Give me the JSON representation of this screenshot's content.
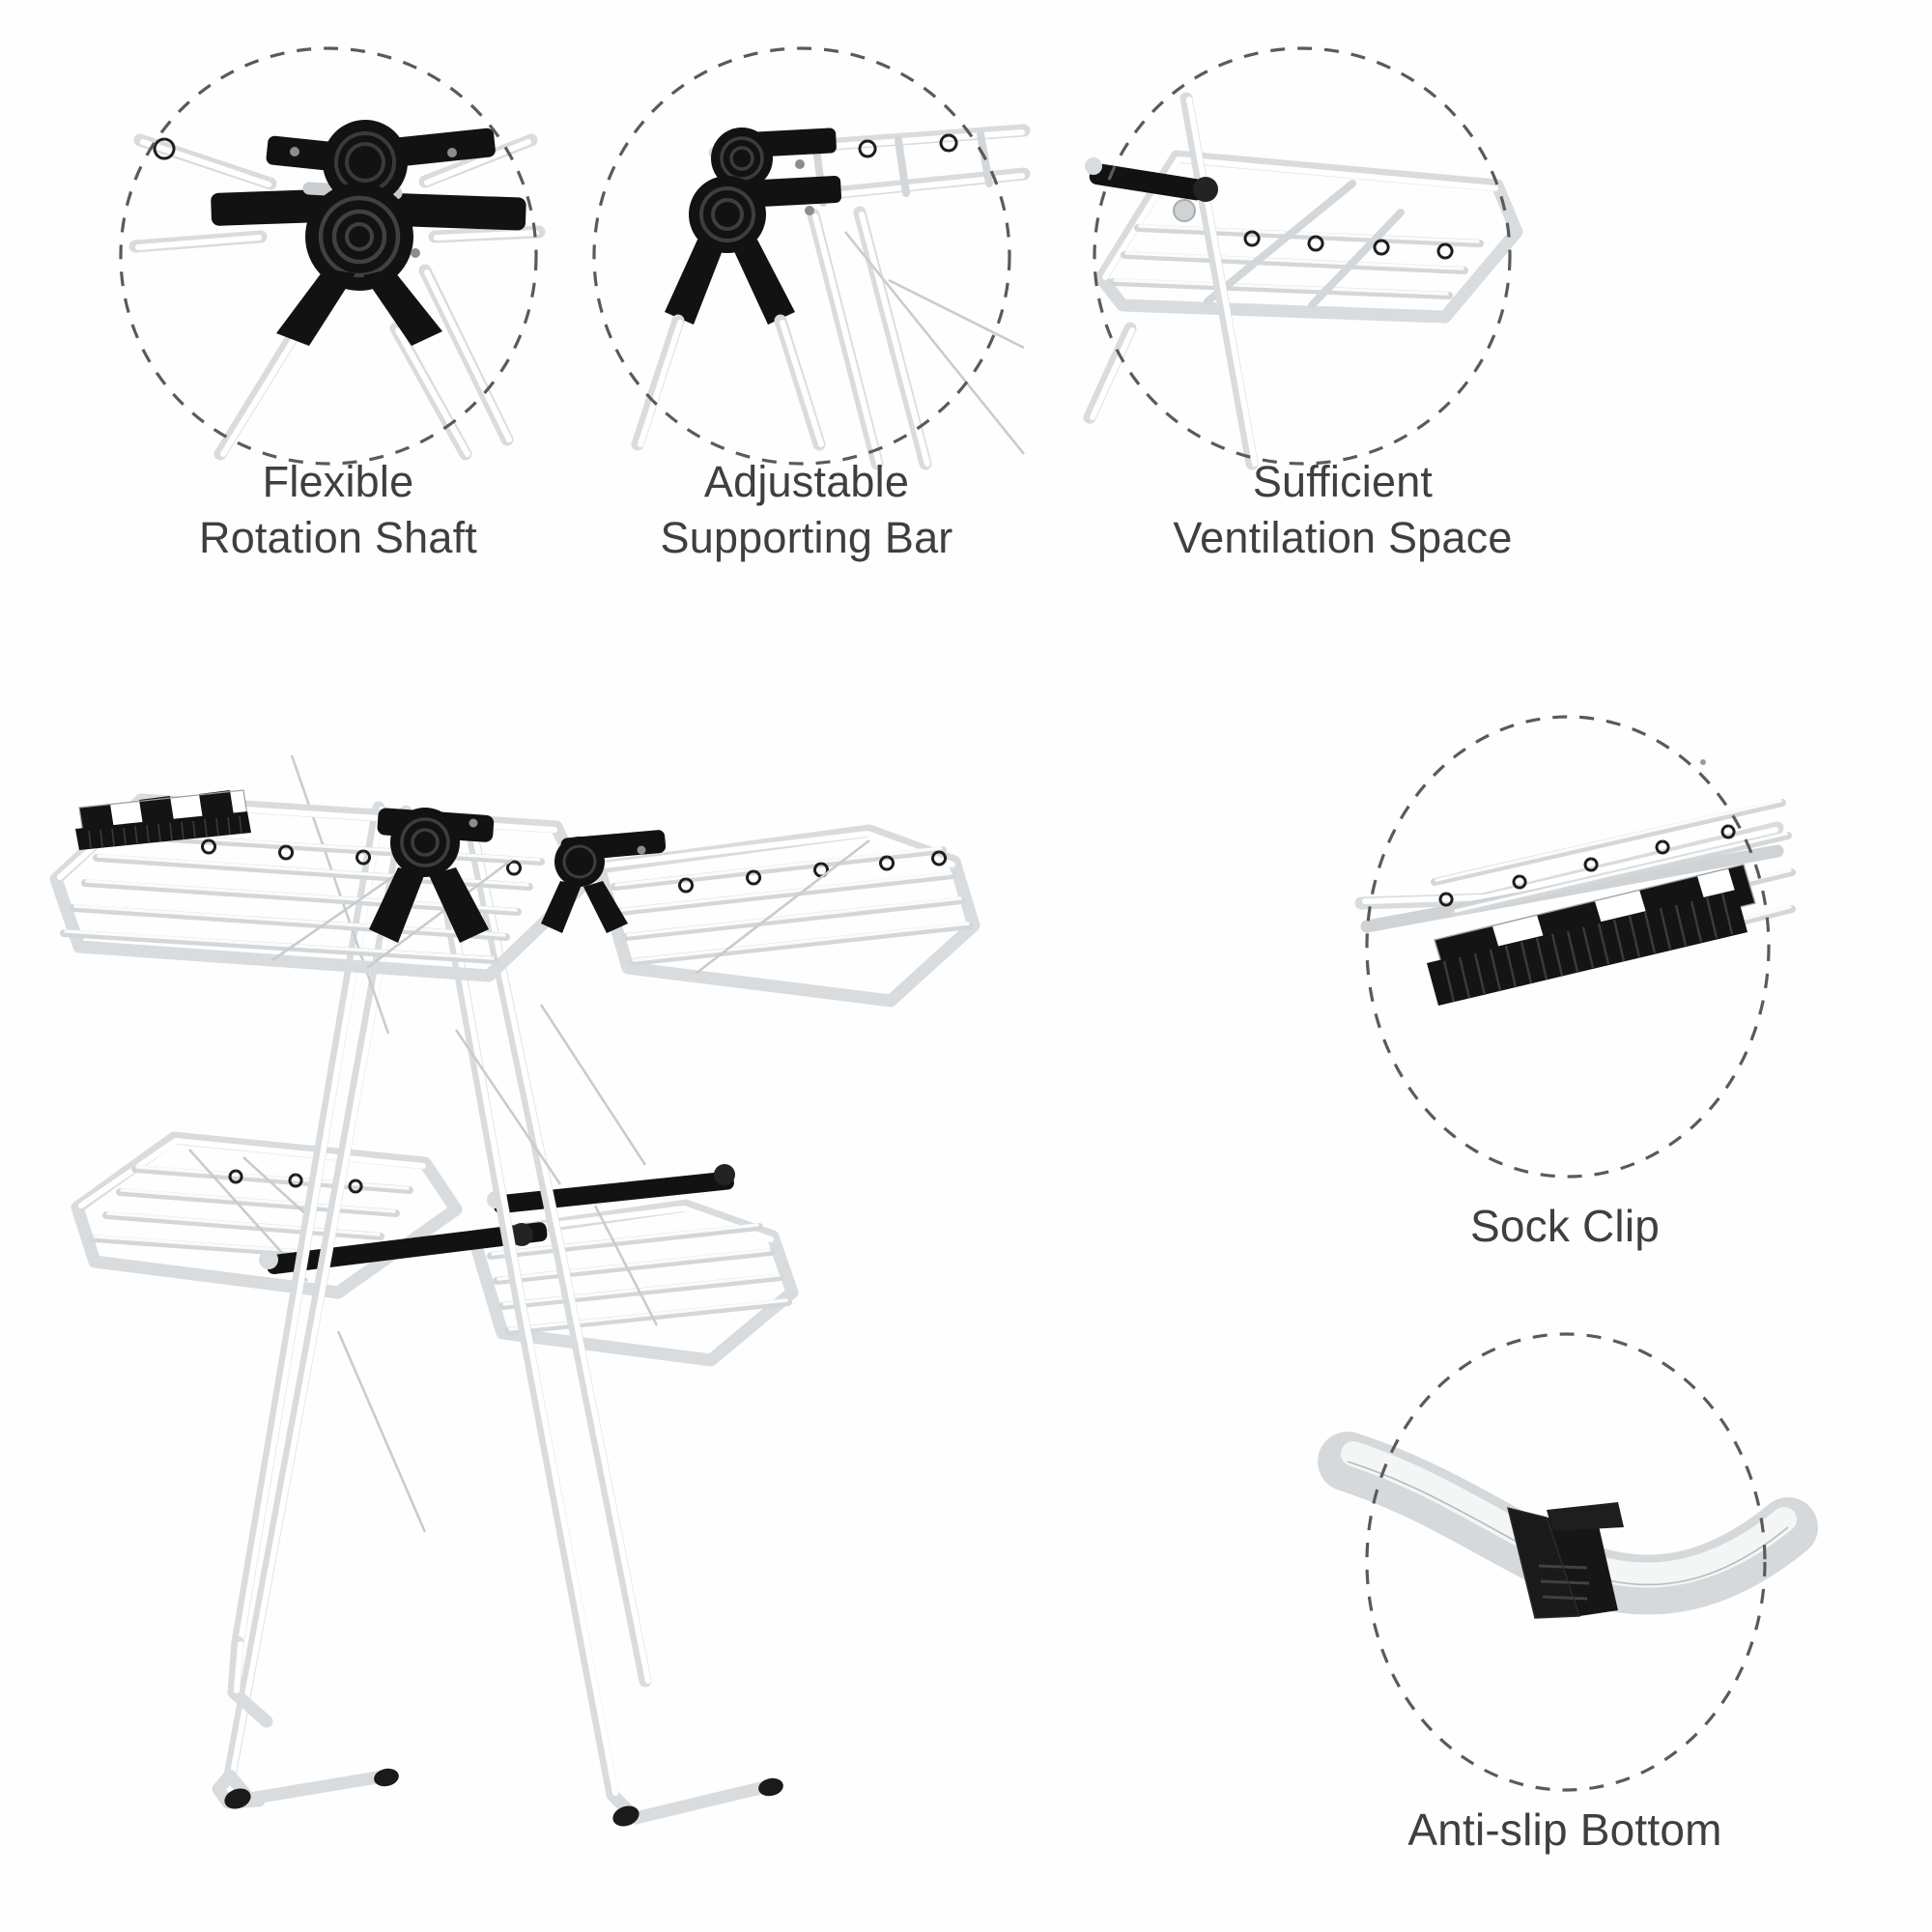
{
  "page": {
    "type": "product-feature-infographic",
    "product": "folding gullwing clothes drying rack",
    "background_color": "#fefefe",
    "text_color": "#3f3f3f",
    "accent_colors": {
      "frame_white": "#d9dcde",
      "hardware_black": "#121212",
      "dashed_circle": "#5a5a5a"
    }
  },
  "features": [
    {
      "id": "flexible-rotation-shaft",
      "label": "Flexible\nRotation Shaft",
      "line1": "Flexible",
      "line2": "Rotation Shaft",
      "callout_shape": "dashed-circle",
      "detail": "black X-shaped rotation hub with two circular bosses joining four white tubes"
    },
    {
      "id": "adjustable-supporting-bar",
      "label": "Adjustable\nSupporting Bar",
      "line1": "Adjustable",
      "line2": "Supporting Bar",
      "callout_shape": "dashed-circle",
      "detail": "black pivot joint at wing end with adjustable white supporting bar"
    },
    {
      "id": "sufficient-ventilation-space",
      "label": "Sufficient\nVentilation Space",
      "line1": "Sufficient",
      "line2": "Ventilation Space",
      "callout_shape": "dashed-circle",
      "detail": "wing panel with widely spaced horizontal drying rails and black support bar"
    },
    {
      "id": "sock-clip",
      "label": "Sock Clip",
      "line1": "Sock Clip",
      "line2": "",
      "callout_shape": "dashed-ellipse",
      "detail": "black comb-style sock clip with alternating black and white bar segments"
    },
    {
      "id": "anti-slip-bottom",
      "label": "Anti-slip Bottom",
      "line1": "Anti-slip Bottom",
      "line2": "",
      "callout_shape": "dashed-ellipse",
      "detail": "curved white tube leg end fitted with black ribbed rubber anti-slip foot"
    }
  ],
  "main_product": {
    "id": "drying-rack-main",
    "description": "two-tier gullwing folding clothes drying rack, white coated steel frame with black plastic joints and sock clip",
    "tiers": 2,
    "upper_tier_rails": 9,
    "lower_tier_rails": 7
  }
}
